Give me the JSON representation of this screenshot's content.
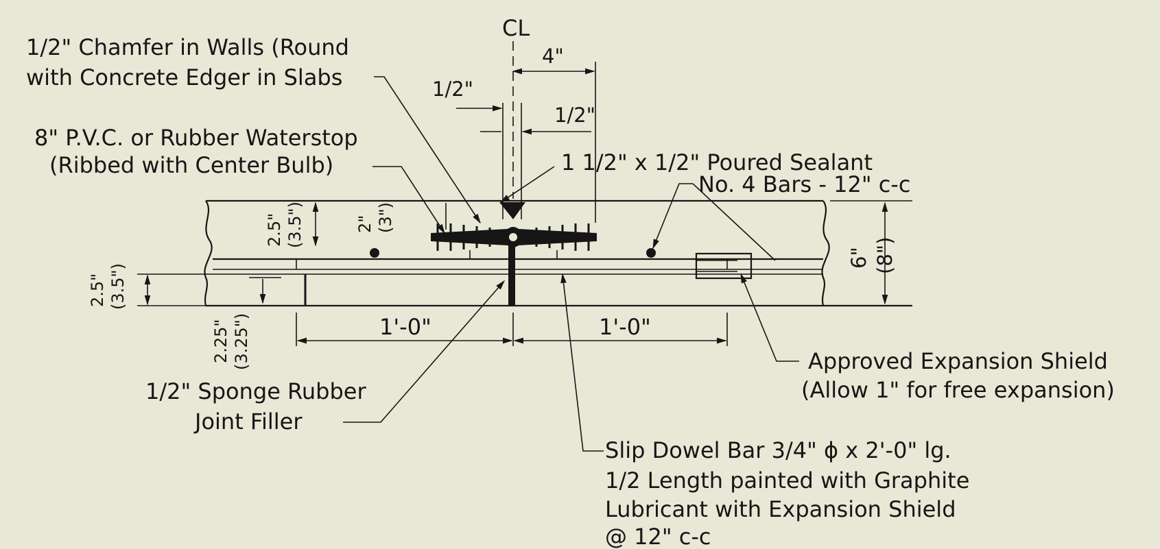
{
  "centerline": "CL",
  "labels": {
    "chamfer_l1": "1/2\" Chamfer in Walls (Round",
    "chamfer_l2": "with Concrete Edger in Slabs",
    "waterstop_l1": "8\" P.V.C. or Rubber Waterstop",
    "waterstop_l2": "(Ribbed with Center Bulb)",
    "sealant": "1 1/2\" x 1/2\" Poured Sealant",
    "bars": "No. 4 Bars - 12\" c-c",
    "shield_l1": "Approved Expansion Shield",
    "shield_l2": "(Allow 1\" for free expansion)",
    "filler_l1": "1/2\" Sponge Rubber",
    "filler_l2": "Joint Filler",
    "dowel_l1": "Slip Dowel Bar 3/4\" ϕ x 2'-0\" lg.",
    "dowel_l2": "1/2 Length painted with Graphite",
    "dowel_l3": "Lubricant with Expansion Shield",
    "dowel_l4": "@ 12\" c-c"
  },
  "dimensions": {
    "dim_4in": "4\"",
    "dim_half_left": "1/2\"",
    "dim_half_right": "1/2\"",
    "dim_slab_depth": "6\"",
    "dim_slab_depth_alt": "(8\")",
    "dim_top_bar": "2.5\"",
    "dim_top_bar_alt": "(3.5\")",
    "dim_waterstop": "2\"",
    "dim_waterstop_alt": "(3\")",
    "dim_bottom": "2.5\"",
    "dim_bottom_alt": "(3.5\")",
    "dim_dowel": "2.25\"",
    "dim_dowel_alt": "(3.25\")",
    "dim_left_1ft": "1'-0\"",
    "dim_right_1ft": "1'-0\""
  }
}
